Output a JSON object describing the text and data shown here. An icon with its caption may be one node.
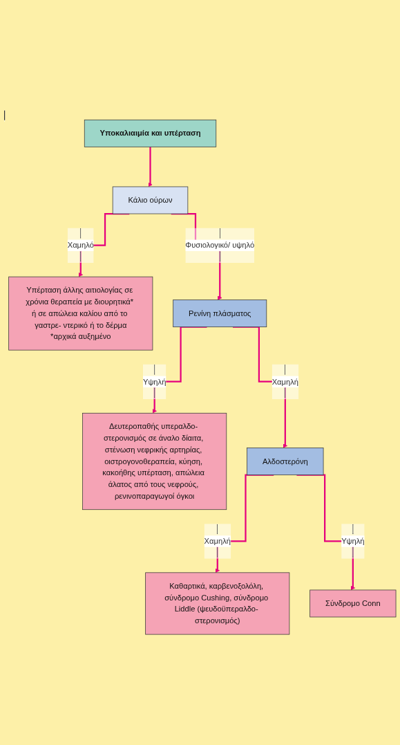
{
  "diagram": {
    "nodes": [
      {
        "text": [
          "Υποκαλιαιμία και υπέρταση"
        ]
      },
      {
        "text": [
          "Κάλιο ούρων"
        ]
      },
      {
        "text": [
          "Υπέρταση άλλης αιτιολογίας σε χρόνια θεραπεία με διουρητικά* ή σε απώλεια καλίου από το γαστρε- ντερικό ή το δέρμα",
          "*αρχικά αυξημένο"
        ]
      },
      {
        "text": [
          "Ρενίνη πλάσματος"
        ]
      },
      {
        "text": [
          "Δευτεροπαθής υπεραλδο- στερονισμός σε άναλο δίαιτα, στένωση νεφρικής αρτηρίας, οιστρογονοθεραπεία, κύηση, κακοήθης υπέρταση, απώλεια άλατος από τους νεφρούς, ρενινοπαραγωγοί όγκοι"
        ]
      },
      {
        "text": [
          "Αλδοστερόνη"
        ]
      },
      {
        "text": [
          "Καθαρτικά, καρβενοξολόλη, σύνδρομο Cushing, σύνδρομο Liddle (ψευδοϋπεραλδο- στερονισμός)"
        ]
      },
      {
        "text": [
          "Σύνδρομο Conn"
        ]
      }
    ],
    "edges": [
      {
        "from": 0,
        "to": 1,
        "arrow": "to"
      },
      {
        "from": 1,
        "to": 2,
        "arrow": "to",
        "label": "Χαμηλό"
      },
      {
        "from": 1,
        "to": 3,
        "arrow": "to",
        "label": "Φυσιολογικό/ υψηλό"
      },
      {
        "from": 3,
        "to": 4,
        "arrow": "to",
        "label": "Υψηλή"
      },
      {
        "from": 3,
        "to": 5,
        "arrow": "to",
        "label": "Χαμηλή"
      },
      {
        "from": 5,
        "to": 6,
        "arrow": "to",
        "label": "Χαμηλή"
      },
      {
        "from": 5,
        "to": 7,
        "arrow": "to",
        "label": "Υψηλή"
      }
    ]
  }
}
